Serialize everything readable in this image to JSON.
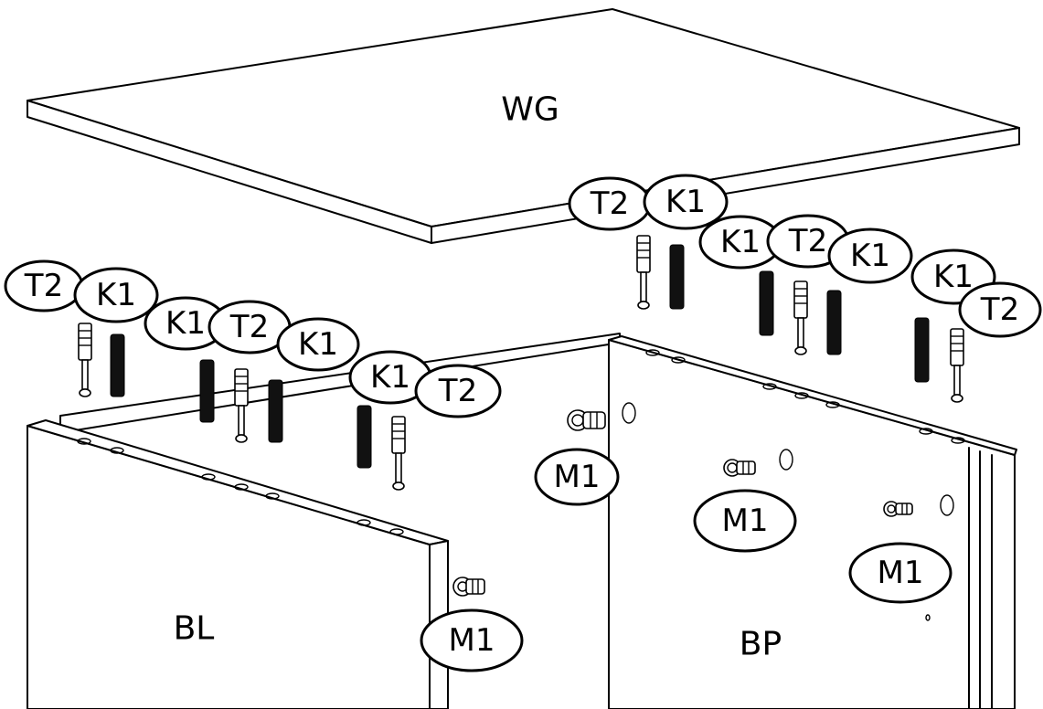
{
  "panels": {
    "top": "WG",
    "left": "BL",
    "right": "BP"
  },
  "parts": {
    "confirmat_screw": "T2",
    "wooden_dowel": "K1",
    "cam_lock": "M1"
  },
  "callouts": [
    {
      "label": "T2"
    },
    {
      "label": "K1"
    },
    {
      "label": "K1"
    },
    {
      "label": "T2"
    },
    {
      "label": "K1"
    },
    {
      "label": "K1"
    },
    {
      "label": "T2"
    },
    {
      "label": "T2"
    },
    {
      "label": "K1"
    },
    {
      "label": "K1"
    },
    {
      "label": "T2"
    },
    {
      "label": "K1"
    },
    {
      "label": "K1"
    },
    {
      "label": "T2"
    },
    {
      "label": "M1"
    },
    {
      "label": "M1"
    },
    {
      "label": "M1"
    },
    {
      "label": "M1"
    }
  ]
}
